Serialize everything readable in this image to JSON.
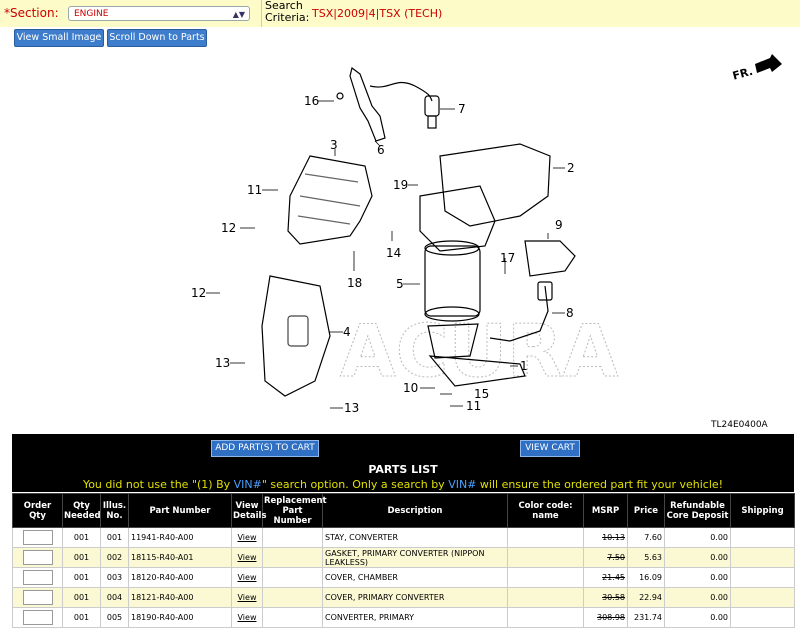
{
  "header": {
    "section_label": "*Section:",
    "section_value": "ENGINE",
    "criteria_label_line1": "Search",
    "criteria_label_line2": "Criteria:",
    "criteria_value": "TSX|2009|4|TSX (TECH)"
  },
  "buttons": {
    "view_small_image": "View Small Image",
    "scroll_down": "Scroll Down to Parts",
    "add_parts": "ADD PART(S) TO CART",
    "view_cart": "VIEW CART"
  },
  "diagram": {
    "ref_code": "TL24E0400A",
    "fr_label": "FR.",
    "watermark": "ACURA",
    "callouts": [
      "1",
      "2",
      "3",
      "4",
      "5",
      "6",
      "7",
      "8",
      "9",
      "10",
      "11",
      "12",
      "12",
      "13",
      "13",
      "13",
      "14",
      "15",
      "16",
      "17",
      "18",
      "19"
    ]
  },
  "parts_list": {
    "title": "PARTS LIST",
    "warning_pre": "You did not use the \"(1) By ",
    "warning_vin1": "VIN#",
    "warning_mid": "\" search option. Only a search by ",
    "warning_vin2": "VIN#",
    "warning_post": " will ensure the ordered part fit your vehicle!",
    "columns": {
      "order_qty": "Order Qty",
      "qty_needed": "Qty Needed",
      "illus_no": "Illus. No.",
      "part_number": "Part Number",
      "view_details": "View Details",
      "replacement": "Replacement Part Number",
      "description": "Description",
      "color": "Color code: name",
      "msrp": "MSRP",
      "price": "Price",
      "core": "Refundable Core Deposit",
      "shipping": "Shipping"
    },
    "rows": [
      {
        "qty": "001",
        "illus": "001",
        "part": "11941-R40-A00",
        "view": "View",
        "desc": "STAY, CONVERTER",
        "msrp": "10.13",
        "price": "7.60",
        "core": "0.00"
      },
      {
        "qty": "001",
        "illus": "002",
        "part": "18115-R40-A01",
        "view": "View",
        "desc": "GASKET, PRIMARY CONVERTER (NIPPON LEAKLESS)",
        "msrp": "7.50",
        "price": "5.63",
        "core": "0.00"
      },
      {
        "qty": "001",
        "illus": "003",
        "part": "18120-R40-A00",
        "view": "View",
        "desc": "COVER, CHAMBER",
        "msrp": "21.45",
        "price": "16.09",
        "core": "0.00"
      },
      {
        "qty": "001",
        "illus": "004",
        "part": "18121-R40-A00",
        "view": "View",
        "desc": "COVER, PRIMARY CONVERTER",
        "msrp": "30.58",
        "price": "22.94",
        "core": "0.00"
      },
      {
        "qty": "001",
        "illus": "005",
        "part": "18190-R40-A00",
        "view": "View",
        "desc": "CONVERTER, PRIMARY",
        "msrp": "308.98",
        "price": "231.74",
        "core": "0.00"
      }
    ]
  }
}
